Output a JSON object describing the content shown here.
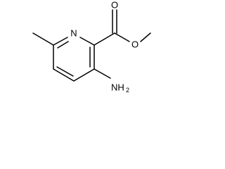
{
  "molecule": {
    "atoms": {
      "ring_nitrogen": "N",
      "carbonyl_oxygen": "O",
      "ester_oxygen": "O",
      "amino_group": "NH",
      "amino_subscript": "2"
    }
  }
}
